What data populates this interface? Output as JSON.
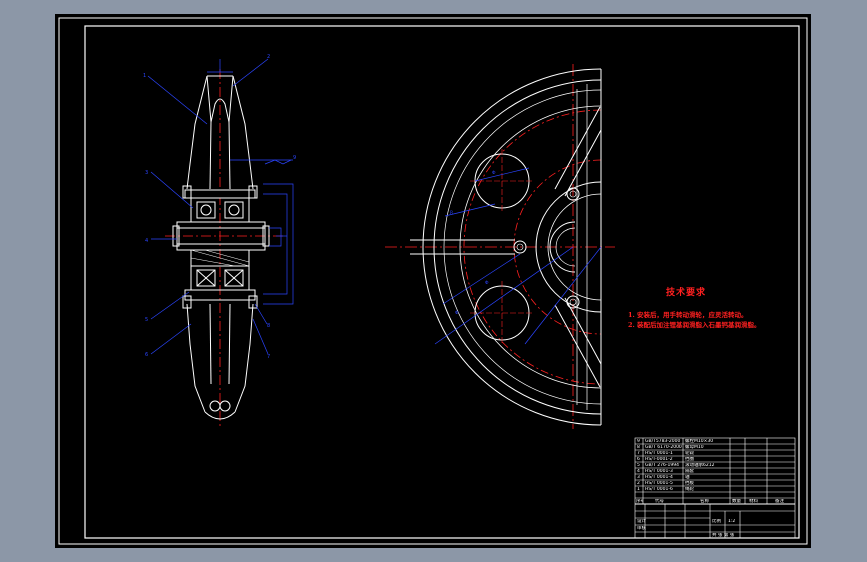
{
  "technical_requirements": {
    "title": "技术要求",
    "items": [
      "1. 安装后，用手转动滑轮，应灵活转动。",
      "2. 装配后加注锂基润滑脂入石墨钙基润滑脂。"
    ]
  },
  "parts_list": [
    {
      "no": "9",
      "code": "GB/T5783-2000",
      "name": "螺栓M10×30",
      "qty": "",
      "material": "",
      "note": ""
    },
    {
      "no": "8",
      "code": "GB/T 6170-2000",
      "name": "螺母M10",
      "qty": "",
      "material": "",
      "note": ""
    },
    {
      "no": "7",
      "code": "HS/T 0001-1",
      "name": "轮毂",
      "qty": "",
      "material": "",
      "note": ""
    },
    {
      "no": "6",
      "code": "HS/T-0001-2",
      "name": "挡圈",
      "qty": "",
      "material": "",
      "note": ""
    },
    {
      "no": "5",
      "code": "GB/T 276-1994",
      "name": "滚动轴承6212",
      "qty": "",
      "material": "",
      "note": ""
    },
    {
      "no": "4",
      "code": "HS/T 0001-3",
      "name": "隔套",
      "qty": "",
      "material": "",
      "note": ""
    },
    {
      "no": "3",
      "code": "HS/T 0001-4",
      "name": "轴",
      "qty": "",
      "material": "",
      "note": ""
    },
    {
      "no": "2",
      "code": "HS/T 0001-5",
      "name": "挡板",
      "qty": "",
      "material": "",
      "note": ""
    },
    {
      "no": "1",
      "code": "HS/T 0001-6",
      "name": "绳轮",
      "qty": "",
      "material": "",
      "note": ""
    }
  ],
  "header_row": [
    "序号",
    "代号",
    "名称",
    "数量",
    "材料",
    "备注"
  ],
  "title_block": {
    "scale_label": "比例",
    "scale_value": "1:2",
    "designer": "设计",
    "checker": "审核",
    "sheet": "共 张 第 张"
  },
  "colors": {
    "sheet": "#000000",
    "line": "#ffffff",
    "centerline": "#ff2020",
    "dimension": "#2b45ff",
    "frame": "#ffffff",
    "desktop": "#8c97a7"
  }
}
